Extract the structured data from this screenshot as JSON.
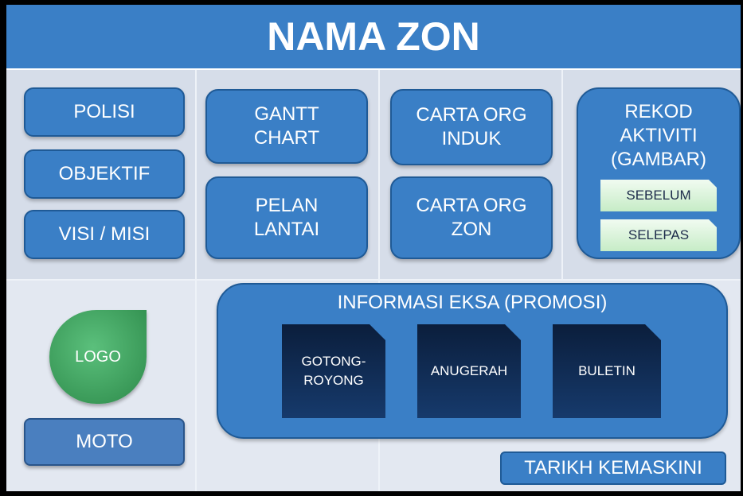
{
  "title": "NAMA ZON",
  "column1": {
    "polisi": "POLISI",
    "objektif": "OBJEKTIF",
    "visi_misi": "VISI / MISI"
  },
  "column2": {
    "gantt_line1": "GANTT",
    "gantt_line2": "CHART",
    "pelan_line1": "PELAN",
    "pelan_line2": "LANTAI"
  },
  "column3": {
    "carta_induk_line1": "CARTA ORG",
    "carta_induk_line2": "INDUK",
    "carta_zon_line1": "CARTA ORG",
    "carta_zon_line2": "ZON"
  },
  "rekod": {
    "title_line1": "REKOD",
    "title_line2": "AKTIVITI",
    "title_line3": "(GAMBAR)",
    "sebelum": "SEBELUM",
    "selepas": "SELEPAS"
  },
  "logo": "LOGO",
  "moto": "MOTO",
  "informasi": {
    "title": "INFORMASI EKSA (PROMOSI)",
    "docs": {
      "gotong_line1": "GOTONG-",
      "gotong_line2": "ROYONG",
      "anugerah": "ANUGERAH",
      "buletin": "BULETIN"
    }
  },
  "tarikh": "TARIKH KEMASKINI"
}
